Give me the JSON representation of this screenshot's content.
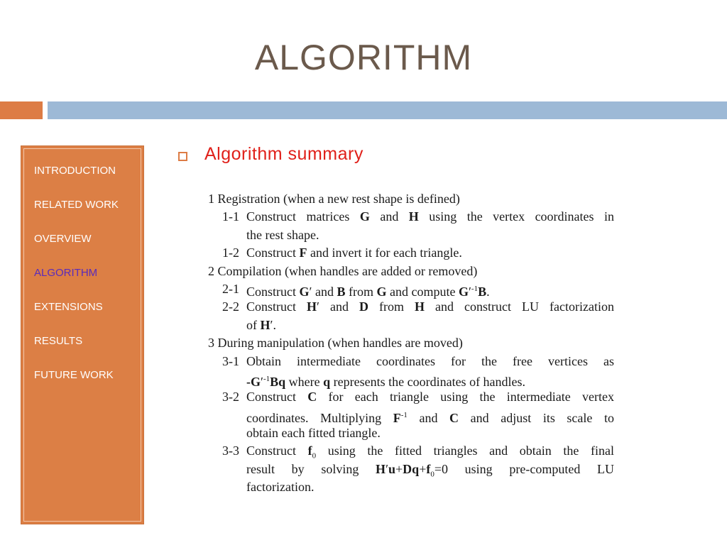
{
  "slide": {
    "title": "ALGORITHM"
  },
  "sidebar": {
    "items": [
      {
        "label": "INTRODUCTION"
      },
      {
        "label": "RELATED WORK"
      },
      {
        "label": "OVERVIEW"
      },
      {
        "label": "ALGORITHM"
      },
      {
        "label": "EXTENSIONS"
      },
      {
        "label": "RESULTS"
      },
      {
        "label": "FUTURE WORK"
      }
    ],
    "active_label": "ALGORITHM"
  },
  "main": {
    "bullet_text": "Algorithm summary",
    "steps": {
      "s1": "1 Registration (when a new rest shape is defined)",
      "s1_1_num": "1-1",
      "s1_2_num": "1-2",
      "s2": "2 Compilation (when handles are added or removed)",
      "s2_1_num": "2-1",
      "s2_2_num": "2-2",
      "s3": "3 During manipulation (when handles are moved)",
      "s3_1_num": "3-1",
      "s3_2_num": "3-2",
      "s3_3_num": "3-3"
    }
  },
  "colors": {
    "accent_orange": "#dd7c45",
    "accent_blue": "#9db9d6",
    "title": "#6b5a4c",
    "bullet_red": "#e0201a",
    "active_nav": "#5a2bbb"
  }
}
